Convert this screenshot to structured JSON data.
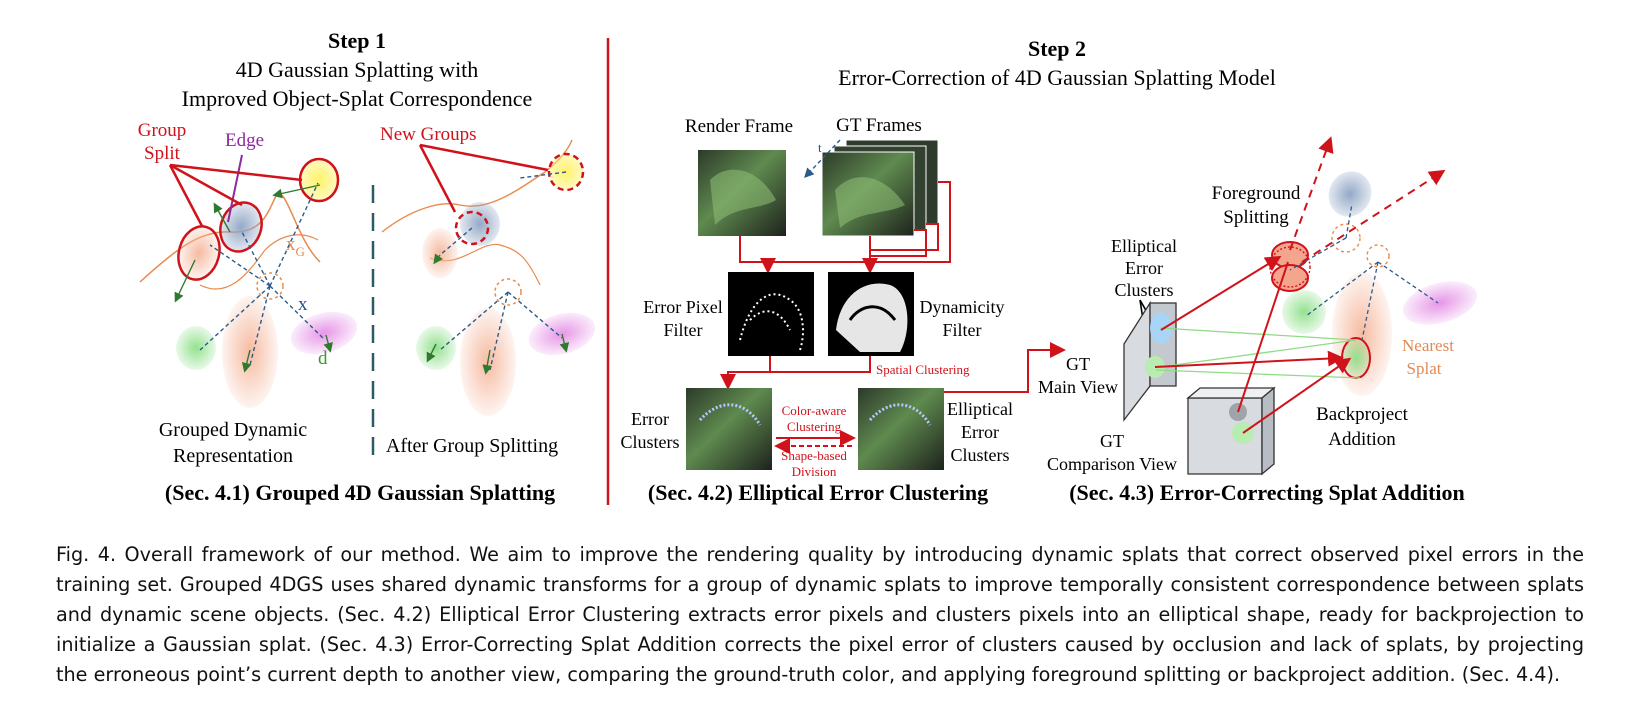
{
  "figure": {
    "step1": {
      "title": "Step 1",
      "subtitle_line1": "4D Gaussian Splatting with",
      "subtitle_line2": "Improved Object-Splat Correspondence",
      "group_split_line1": "Group",
      "group_split_line2": "Split",
      "edge_label": "Edge",
      "new_groups_label": "New Groups",
      "xg_label": "x",
      "xg_sub": "G",
      "x_label": "x",
      "d_label": "d",
      "grouped_line1": "Grouped Dynamic",
      "grouped_line2": "Representation",
      "after_split": "After Group Splitting",
      "section_title": "(Sec. 4.1) Grouped 4D Gaussian Splatting"
    },
    "step2": {
      "title": "Step 2",
      "subtitle": "Error-Correction of 4D Gaussian Splatting Model",
      "render_frame": "Render Frame",
      "gt_frames": "GT Frames",
      "t_label": "t",
      "error_pixel_line1": "Error Pixel",
      "error_pixel_line2": "Filter",
      "dynamicity_line1": "Dynamicity",
      "dynamicity_line2": "Filter",
      "spatial_clustering": "Spatial Clustering",
      "error_clusters_line1": "Error",
      "error_clusters_line2": "Clusters",
      "color_aware_line1": "Color-aware",
      "color_aware_line2": "Clustering",
      "shape_based_line1": "Shape-based",
      "shape_based_line2": "Division",
      "elliptical_line1": "Elliptical",
      "elliptical_line2": "Error",
      "elliptical_line3": "Clusters",
      "section_title": "(Sec. 4.2) Elliptical Error Clustering"
    },
    "step3": {
      "foreground_line1": "Foreground",
      "foreground_line2": "Splitting",
      "elliptical_line1": "Elliptical",
      "elliptical_line2": "Error",
      "elliptical_line3": "Clusters",
      "gt_main_line1": "GT",
      "gt_main_line2": "Main View",
      "gt_comp_line1": "GT",
      "gt_comp_line2": "Comparison View",
      "nearest_line1": "Nearest",
      "nearest_line2": "Splat",
      "backproject_line1": "Backproject",
      "backproject_line2": "Addition",
      "section_title": "(Sec. 4.3) Error-Correcting Splat Addition"
    },
    "colors": {
      "accent_red": "#d0121b",
      "edge_purple": "#8e2aa0",
      "x_blue": "#1f4f8a",
      "d_green": "#3b9a2f",
      "nearest_orange": "#e08a55",
      "dashed_teal": "#2b5b66"
    }
  },
  "caption": {
    "text": "Fig. 4.  Overall framework of our method. We aim to improve the rendering quality by introducing dynamic splats that correct observed pixel errors in the training set. Grouped 4DGS uses shared dynamic transforms for a group of dynamic splats to improve temporally consistent correspondence between splats and dynamic scene objects. (Sec. 4.2) Elliptical Error Clustering extracts error pixels and clusters pixels into an elliptical shape, ready for backprojection to initialize a Gaussian splat. (Sec. 4.3) Error-Correcting Splat Addition corrects the pixel error of clusters caused by occlusion and lack of splats, by projecting the erroneous point’s current depth to another view, comparing the ground-truth color, and applying foreground splitting or backproject addition. (Sec. 4.4)."
  }
}
